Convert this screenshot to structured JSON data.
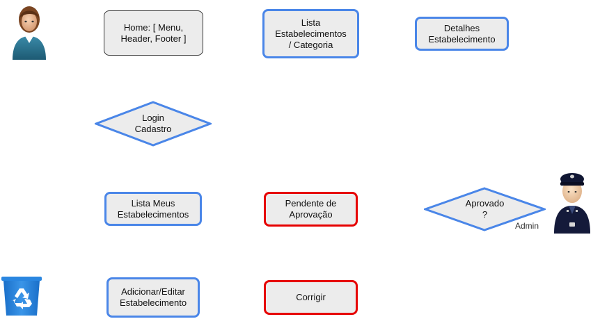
{
  "nodes": {
    "home": "Home: [ Menu,\nHeader,  Footer ]",
    "lista_estab": "Lista\nEstabelecimentos\n/ Categoria",
    "detalhes": "Detalhes\nEstabelecimento",
    "login": "Login\nCadastro",
    "lista_meus": "Lista Meus\nEstabelecimentos",
    "pendente": "Pendente de\nAprovação",
    "aprovado": "Aprovado\n?",
    "adicionar": "Adicionar/Editar\nEstabelecimento",
    "corrigir": "Corrigir"
  },
  "labels": {
    "admin": "Admin"
  },
  "icons": {
    "user": "user-icon",
    "admin": "police-officer-icon",
    "recycle": "recycle-bin-icon"
  },
  "colors": {
    "blue_border": "#4a86e8",
    "red_border": "#e60000",
    "fill": "#ececec"
  }
}
